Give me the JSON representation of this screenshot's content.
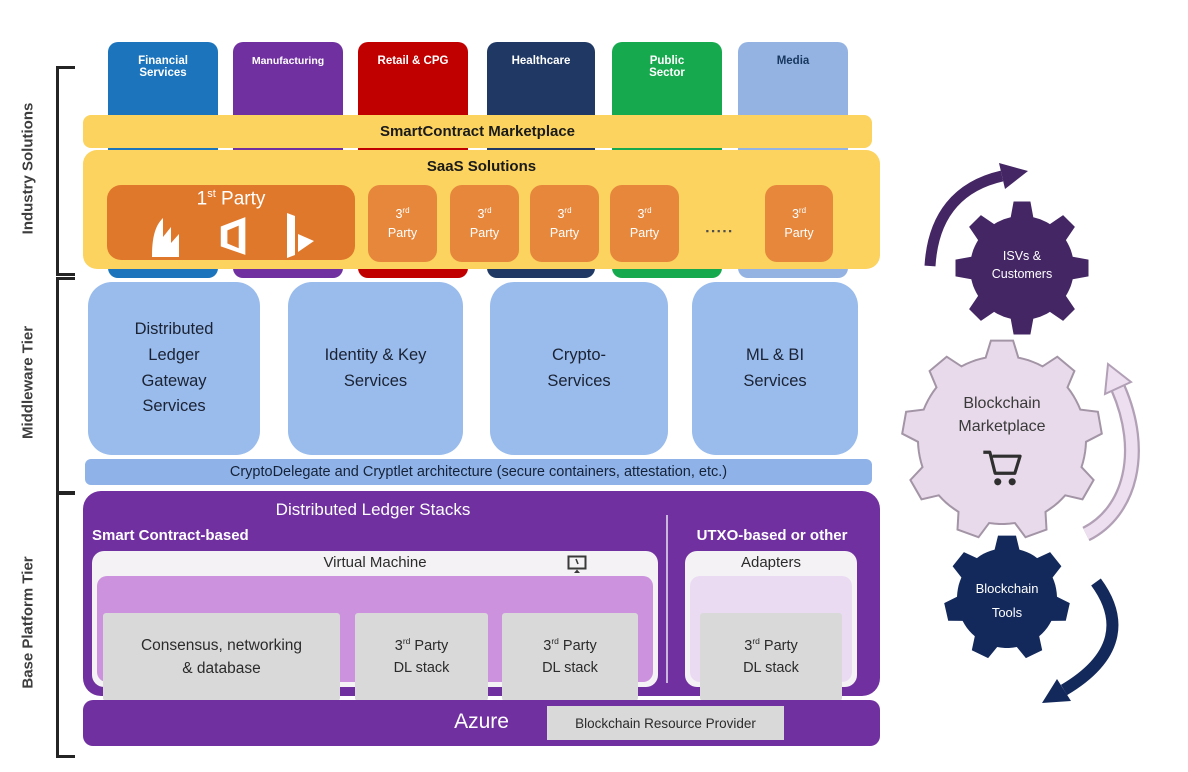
{
  "tiers": {
    "industry": "Industry Solutions",
    "middleware": "Middleware Tier",
    "base": "Base Platform Tier"
  },
  "industries": [
    {
      "label": "Financial\nServices",
      "color": "#1B74BC",
      "text_color": "#ffffff"
    },
    {
      "label": "Manufacturing",
      "color": "#7030A0",
      "text_color": "#ffffff"
    },
    {
      "label": "Retail & CPG",
      "color": "#C00000",
      "text_color": "#ffffff"
    },
    {
      "label": "Healthcare",
      "color": "#1F3864",
      "text_color": "#ffffff"
    },
    {
      "label": "Public\nSector",
      "color": "#17A94E",
      "text_color": "#ffffff"
    },
    {
      "label": "Media",
      "color": "#95B3E2",
      "text_color": "#17375E"
    }
  ],
  "saas": {
    "marketplace_band": "SmartContract Marketplace",
    "title": "SaaS Solutions",
    "first_party": {
      "num": "1",
      "sup": "st",
      "label": "Party"
    },
    "third_party": {
      "num": "3",
      "sup": "rd",
      "label": "Party"
    },
    "ellipsis": "▪▪▪▪▪"
  },
  "middleware": {
    "boxes": [
      "Distributed\nLedger\nGateway\nServices",
      "Identity & Key\nServices",
      "Crypto-\nServices",
      "ML & BI\nServices"
    ],
    "band": "CryptoDelegate and Cryptlet architecture (secure containers, attestation, etc.)"
  },
  "base": {
    "title": "Distributed Ledger Stacks",
    "smart_contract_label": "Smart Contract-based",
    "utxo_label": "UTXO-based or other",
    "vm_header": "Virtual Machine",
    "consensus_box": "Consensus, networking\n& database",
    "dl_stack": {
      "num": "3",
      "sup": "rd",
      "rest": "Party",
      "line2": "DL stack"
    },
    "adapters_header": "Adapters"
  },
  "azure": {
    "label": "Azure",
    "provider": "Blockchain Resource Provider"
  },
  "gears": [
    {
      "line1": "ISVs &",
      "line2": "Customers",
      "color": "#432663"
    },
    {
      "line1": "Blockchain",
      "line2": "Marketplace",
      "color": "#E8DAEA"
    },
    {
      "line1": "Blockchain",
      "line2": "Tools",
      "color": "#14295B"
    }
  ],
  "icons": {
    "first_party_logos": [
      "dynamics-logo",
      "office-logo",
      "bing-logo"
    ],
    "vm_icon": "monitor",
    "marketplace_icon": "shopping-cart"
  },
  "palette": {
    "yellow_band": "#FBD35E",
    "orange_first_party": "#E0782C",
    "orange_third_party": "#E6873C",
    "middleware_blue": "#99BCEC",
    "middleware_band_blue": "#8FB3E8",
    "purple": "#7030A0",
    "vm_header_bg": "#F4F2F4",
    "vm_inner_purple": "#CC92DE",
    "adapters_inner": "#EADBF3",
    "gray_box": "#D9D9D9",
    "bracket": "#242424",
    "pink_arrow": "#EDDFEF",
    "pink_arrow_outline": "#B2A0B6"
  }
}
